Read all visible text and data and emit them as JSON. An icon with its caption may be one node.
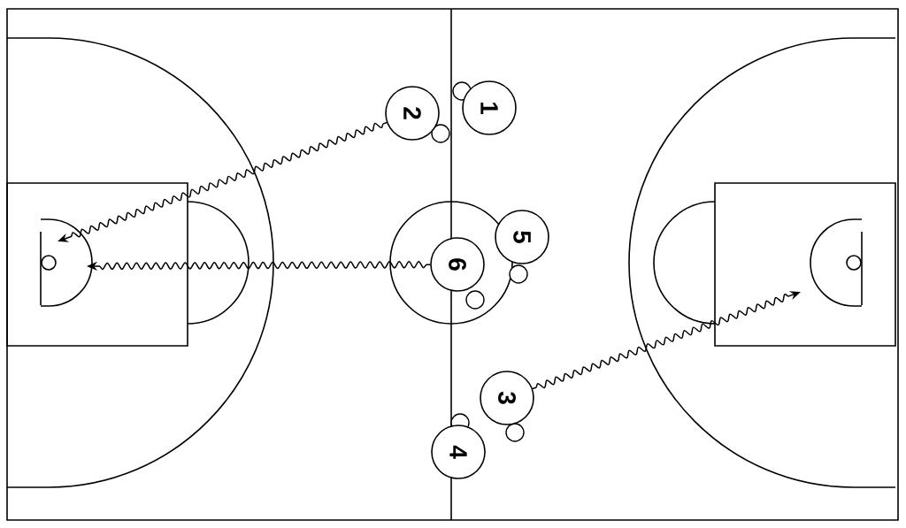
{
  "diagram": {
    "nodes": [
      {
        "text": [
          "1"
        ]
      },
      {
        "text": [
          "2"
        ]
      },
      {
        "text": [
          "3"
        ]
      },
      {
        "text": [
          "4"
        ]
      },
      {
        "text": [
          "5"
        ]
      },
      {
        "text": [
          "6"
        ]
      }
    ],
    "edges": [
      {
        "from": 1,
        "to": null,
        "arrow": "to"
      },
      {
        "from": 5,
        "to": null,
        "arrow": "to"
      },
      {
        "from": 2,
        "to": null,
        "arrow": "to"
      }
    ]
  }
}
